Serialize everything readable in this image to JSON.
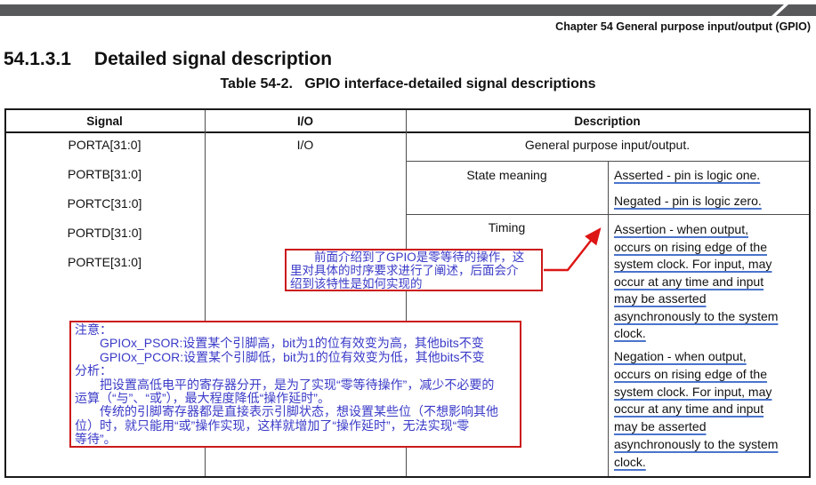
{
  "page": {
    "chapter_header": "Chapter 54 General purpose input/output (GPIO)",
    "section_number": "54.1.3.1",
    "section_title": "Detailed signal description",
    "table_caption": "Table 54-2.   GPIO interface-detailed signal descriptions"
  },
  "colors": {
    "topbar_gray": "#58595b",
    "callout_red": "#cc1a1a",
    "arrow_red": "#dd1515",
    "annotation_blue": "#3a3ac8",
    "underline_blue": "#4a74cc"
  },
  "table": {
    "headers": [
      "Signal",
      "I/O",
      "Description"
    ],
    "signals": [
      "PORTA[31:0]",
      "PORTB[31:0]",
      "PORTC[31:0]",
      "PORTD[31:0]",
      "PORTE[31:0]"
    ],
    "io_value": "I/O",
    "description": {
      "general": "General purpose input/output.",
      "state_meaning_label": "State meaning",
      "asserted": "Asserted - pin is logic one.",
      "negated": "Negated - pin is logic zero.",
      "timing_label": "Timing",
      "assertion_lines": [
        "Assertion - when output,",
        "occurs on rising edge of the",
        "system clock. For input, may",
        "occur at any time and input",
        "may be asserted",
        "asynchronously to the system",
        "clock."
      ],
      "negation_lines": [
        "Negation - when output,",
        "occurs on rising edge of the",
        "system clock. For input, may",
        "occur at any time and input",
        "may be asserted",
        "asynchronously to the system",
        "clock."
      ]
    }
  },
  "annotations": {
    "timing_callout": {
      "lines": [
        "　　前面介绍到了GPIO是零等待的操作，这",
        "里对具体的时序要求进行了阐述，后面会介",
        "绍到该特性是如何实现的"
      ]
    },
    "note_callout": {
      "lines": [
        "注意：",
        "　　GPIOx_PSOR:设置某个引脚高，bit为1的位有效变为高，其他bits不变",
        "　　GPIOx_PCOR:设置某个引脚低，bit为1的位有效变为低，其他bits不变",
        "分析：",
        "　　把设置高低电平的寄存器分开，是为了实现“零等待操作”，减少不必要的",
        "运算（“与”、“或”），最大程度降低“操作延时”。",
        "　　传统的引脚寄存器都是直接表示引脚状态，想设置某些位（不想影响其他",
        "位）时，就只能用“或”操作实现，这样就增加了“操作延时”，无法实现“零",
        "等待”。"
      ]
    }
  }
}
